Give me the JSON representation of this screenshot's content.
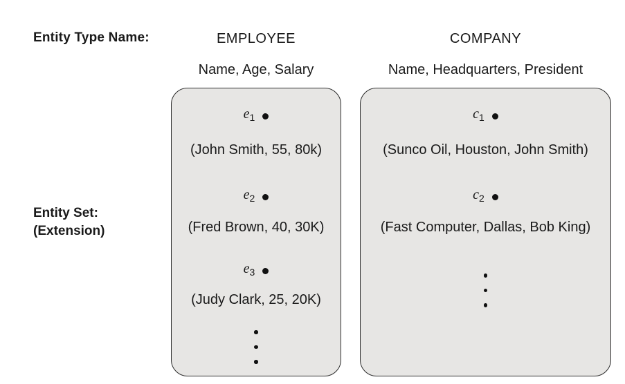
{
  "labels": {
    "entity_type_name": "Entity Type Name:",
    "entity_set_line1": "Entity Set:",
    "entity_set_line2": "(Extension)"
  },
  "colors": {
    "box_fill": "#e7e6e4",
    "box_border": "#2b2b2b",
    "text": "#1a1a1a",
    "background": "#ffffff"
  },
  "icons": {
    "entity_marker": "filled-circle-dot",
    "ellipsis": "vertical-three-dots"
  },
  "columns": [
    {
      "entity_type": "EMPLOYEE",
      "attributes": "Name, Age, Salary",
      "entities": [
        {
          "id_base": "e",
          "id_sub": "1",
          "tuple": "(John Smith, 55, 80k)"
        },
        {
          "id_base": "e",
          "id_sub": "2",
          "tuple": "(Fred Brown, 40, 30K)"
        },
        {
          "id_base": "e",
          "id_sub": "3",
          "tuple": "(Judy Clark, 25, 20K)"
        }
      ],
      "has_ellipsis": true
    },
    {
      "entity_type": "COMPANY",
      "attributes": "Name, Headquarters, President",
      "entities": [
        {
          "id_base": "c",
          "id_sub": "1",
          "tuple": "(Sunco Oil, Houston, John Smith)"
        },
        {
          "id_base": "c",
          "id_sub": "2",
          "tuple": "(Fast Computer, Dallas, Bob King)"
        }
      ],
      "has_ellipsis": true
    }
  ]
}
